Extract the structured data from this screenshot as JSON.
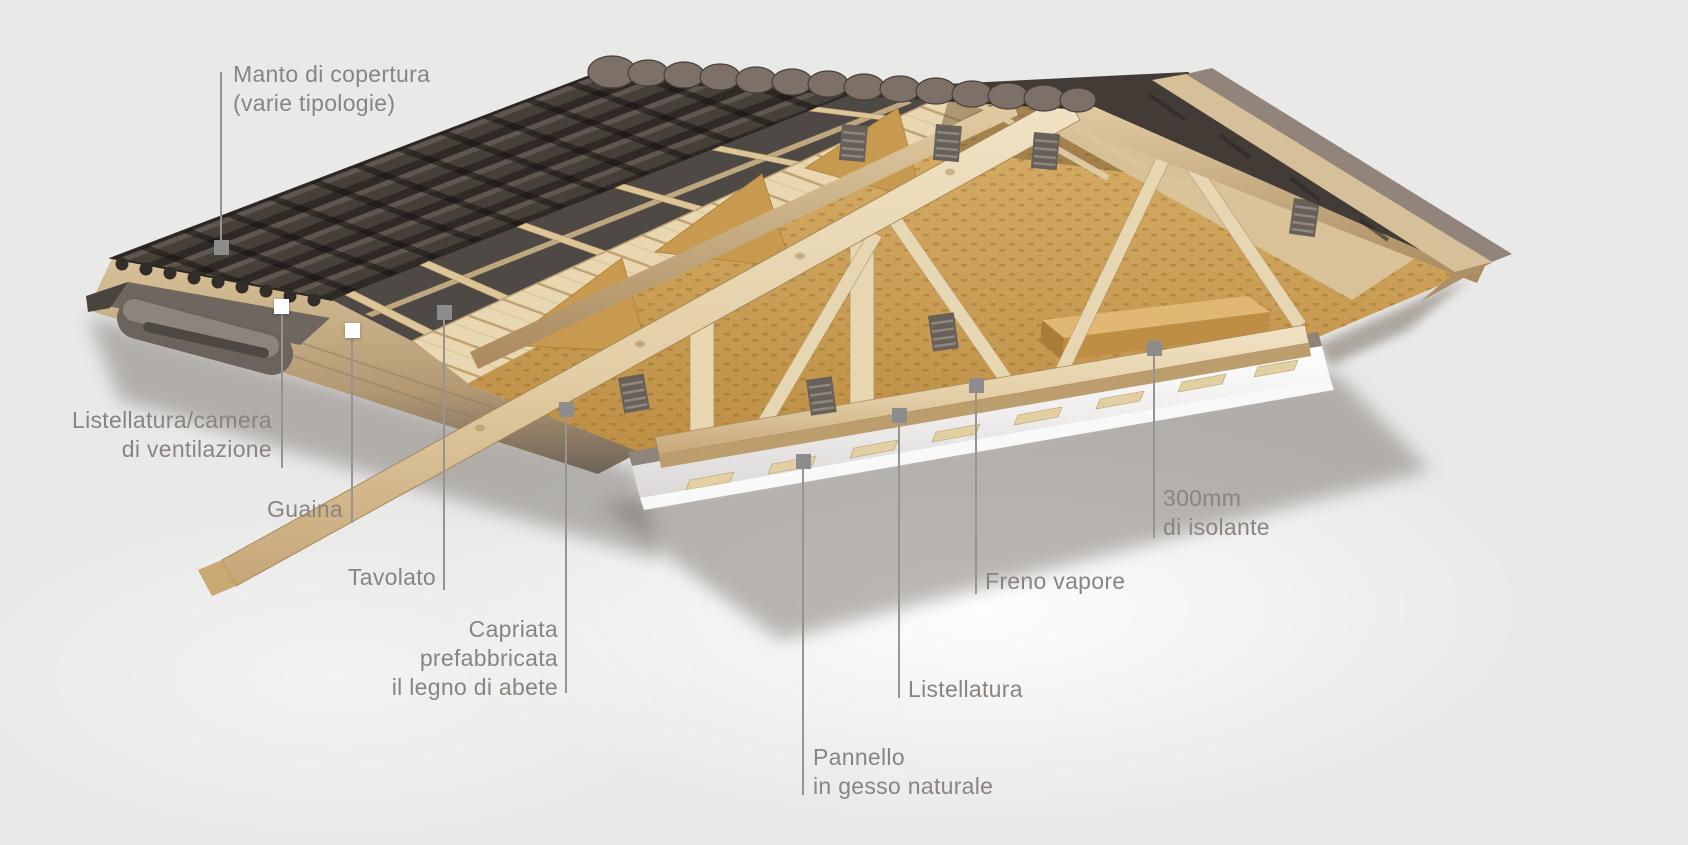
{
  "colors": {
    "background": "#e9e9e8",
    "label_text": "#8a8480",
    "leader_line": "#97938f",
    "marker_gray": "#8c8c8c",
    "marker_white": "#ffffff",
    "tile_dark": "#453e39",
    "ridge_cap": "#7d7167",
    "wood_light": "#ecdcbb",
    "insulation_tan": "#cda25c",
    "membrane_white": "#f7f6f4",
    "gypsum_grey": "#8f847a"
  },
  "callouts": [
    {
      "id": "manto-di-copertura",
      "label": "Manto di copertura\n(varie tipologie)"
    },
    {
      "id": "listellatura-camera-di-ventilazione",
      "label": "Listellatura/camera\ndi ventilazione"
    },
    {
      "id": "guaina",
      "label": "Guaina"
    },
    {
      "id": "tavolato",
      "label": "Tavolato"
    },
    {
      "id": "capriata-prefabbricata",
      "label": "Capriata\nprefabbricata\nil legno di abete"
    },
    {
      "id": "isolante-300mm",
      "label": "300mm\ndi isolante"
    },
    {
      "id": "freno-vapore",
      "label": "Freno vapore"
    },
    {
      "id": "listellatura",
      "label": "Listellatura"
    },
    {
      "id": "pannello-gesso-naturale",
      "label": "Pannello\nin gesso naturale"
    }
  ]
}
